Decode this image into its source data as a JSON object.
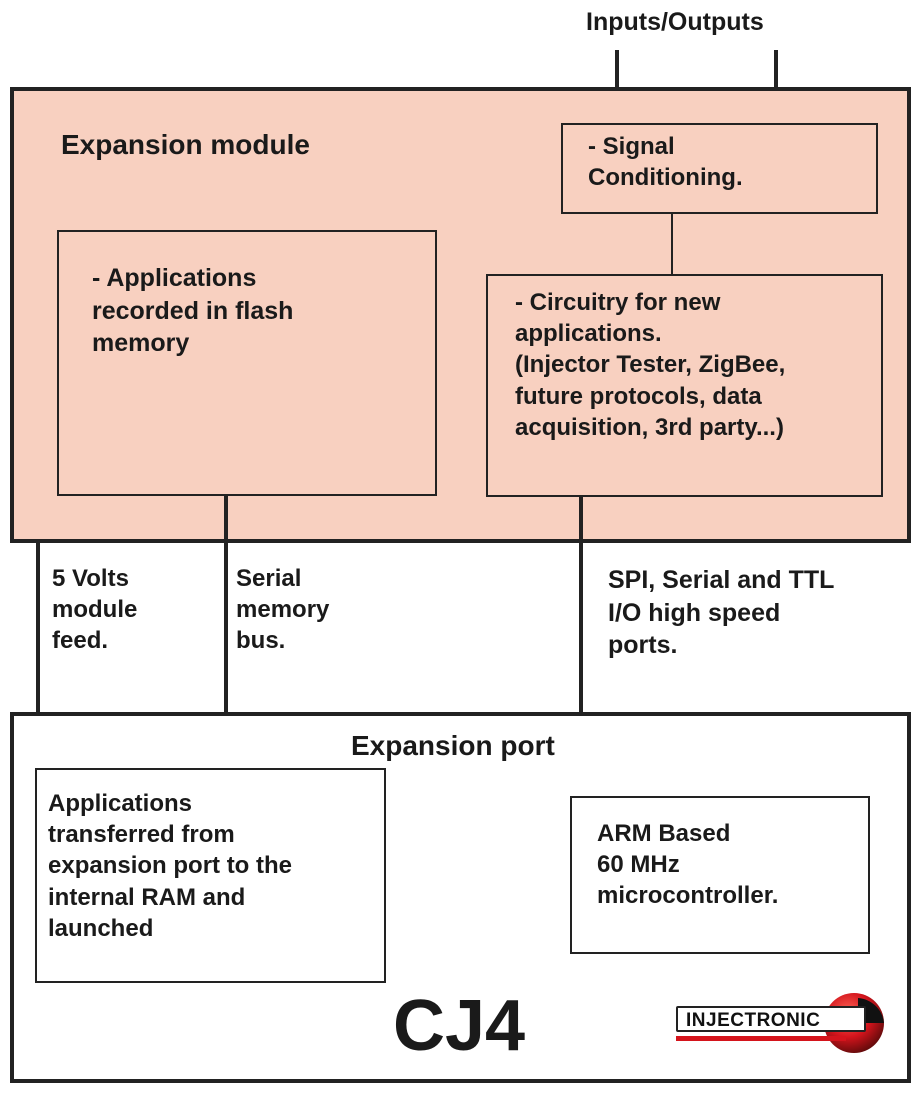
{
  "io_label": "Inputs/Outputs",
  "expansion_module": {
    "title": "Expansion module",
    "signal_conditioning": "- Signal\nConditioning.",
    "flash_apps": "- Applications\nrecorded in flash\nmemory",
    "circuitry": "- Circuitry for new\napplications.\n(Injector Tester, ZigBee,\nfuture protocols, data\nacquisition, 3rd party...)"
  },
  "connections": {
    "power": "5 Volts\nmodule\nfeed.",
    "serial_bus": "Serial\nmemory\nbus.",
    "spi_ports": "SPI, Serial and TTL\nI/O high speed\nports."
  },
  "cj4": {
    "port_title": "Expansion port",
    "apps_transfer": "Applications\ntransferred from\nexpansion port to the\ninternal RAM and\nlaunched",
    "arm": "ARM Based\n60 MHz\nmicrocontroller.",
    "name": "CJ4",
    "logo_text": "INJECTRONIC"
  },
  "colors": {
    "module_fill": "#f8d0c0",
    "logo_red": "#d4141c"
  }
}
